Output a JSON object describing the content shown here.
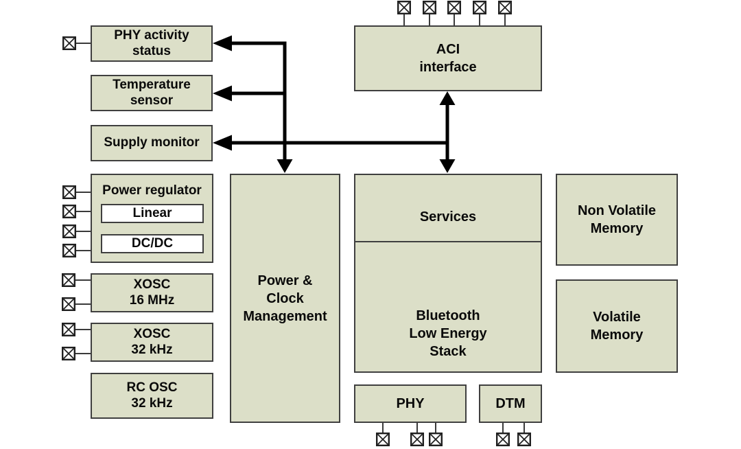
{
  "colors": {
    "background": "#ffffff",
    "block_fill": "#dcdfc8",
    "block_border": "#3f3f3f",
    "subblock_fill": "#ffffff",
    "arrow": "#000000",
    "pin_line": "#3a3a3a",
    "text": "#0a0a0a"
  },
  "blocks": {
    "phy_activity_status": "PHY activity\nstatus",
    "temperature_sensor": "Temperature\nsensor",
    "supply_monitor": "Supply monitor",
    "power_regulator": "Power regulator",
    "linear": "Linear",
    "dcdc": "DC/DC",
    "xosc_16mhz": "XOSC\n16 MHz",
    "xosc_32khz": "XOSC\n32 kHz",
    "rc_osc_32khz": "RC OSC\n32 kHz",
    "power_clock_management": "Power &\nClock\nManagement",
    "aci_interface": "ACI\ninterface",
    "services": "Services",
    "ble_stack": "Bluetooth\nLow Energy\nStack",
    "phy": "PHY",
    "dtm": "DTM",
    "non_volatile_memory": "Non Volatile\nMemory",
    "volatile_memory": "Volatile\nMemory"
  },
  "icons": {
    "pin": "crossed-square-bond-pad"
  }
}
